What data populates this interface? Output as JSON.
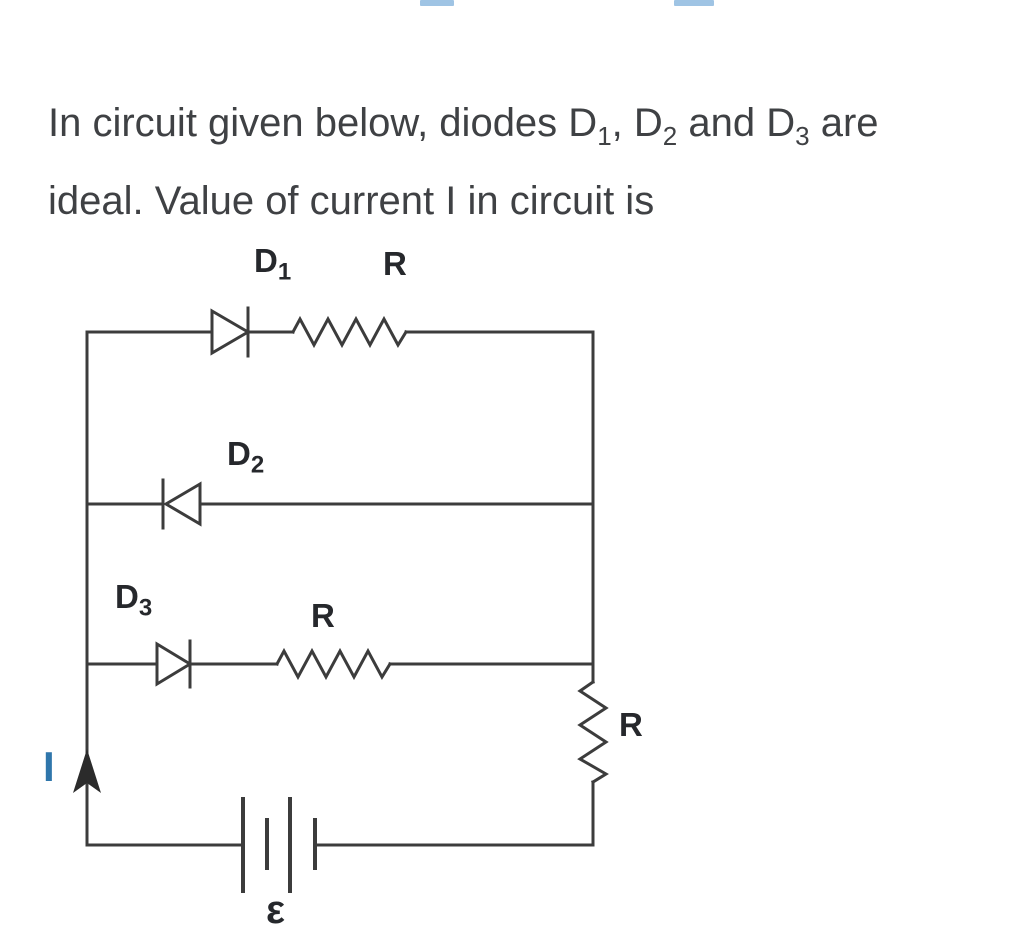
{
  "question": {
    "line1_parts": [
      "In circuit given below, diodes D",
      "1",
      ", D",
      "2",
      " and D",
      "3",
      " are"
    ],
    "line2": "ideal. Value of current I in circuit is"
  },
  "circuit": {
    "labels": {
      "d1": {
        "base": "D",
        "sub": "1"
      },
      "d2": {
        "base": "D",
        "sub": "2"
      },
      "d3": {
        "base": "D",
        "sub": "3"
      },
      "r_top": "R",
      "r_mid": "R",
      "r_right": "R",
      "emf": "ε",
      "current": "I"
    },
    "components": {
      "diodes": [
        "D1 forward (pointing right) in series with R on top branch",
        "D2 reversed (pointing left) on middle branch",
        "D3 forward (pointing right) in series with R on third branch"
      ],
      "battery_label": "ε",
      "current_label": "I"
    }
  },
  "colors": {
    "question_text": "#3f4144",
    "wire": "#3c3c3c",
    "label": "#26282c",
    "current_label": "#2f76ab",
    "top_marks": "#9fc4e4"
  }
}
